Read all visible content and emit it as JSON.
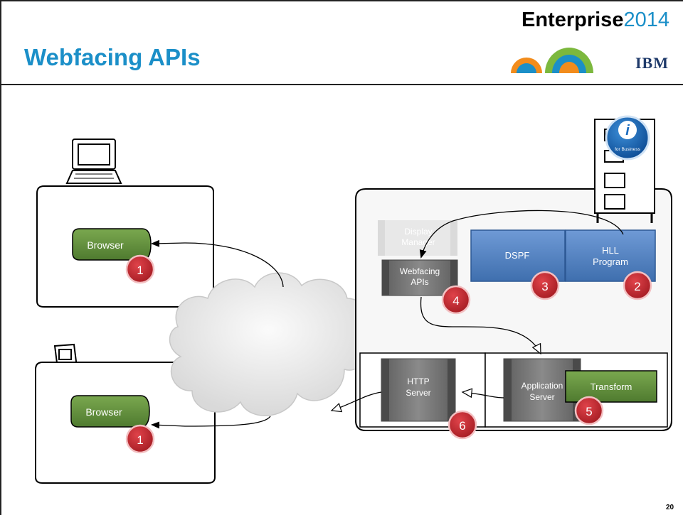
{
  "slide": {
    "title": "Webfacing APIs",
    "brand_word": "Enterprise",
    "brand_year": "2014",
    "vendor": "IBM",
    "page_number": "20"
  },
  "diagram": {
    "browser_top_label": "Browser",
    "browser_bottom_label": "Browser",
    "display_manager_lines": [
      "Display",
      "Manager"
    ],
    "webfacing_lines": [
      "Webfacing",
      "APIs"
    ],
    "dspf_label": "DSPF",
    "hll_lines": [
      "HLL",
      "Program"
    ],
    "http_lines": [
      "HTTP",
      "Server"
    ],
    "app_server_lines": [
      "Application",
      "Server"
    ],
    "transform_label": "Transform",
    "server_badge": "for Business",
    "steps": {
      "browser_top": "1",
      "browser_bottom": "1",
      "hll": "2",
      "dspf": "3",
      "webfacing": "4",
      "transform": "5",
      "http": "6"
    }
  },
  "colors": {
    "title": "#1b8fc8",
    "browser_green": "#5e8c3a",
    "program_blue": "#4f7fbf",
    "server_gray": "#6c6c6c",
    "step_red": "#c0282f"
  }
}
